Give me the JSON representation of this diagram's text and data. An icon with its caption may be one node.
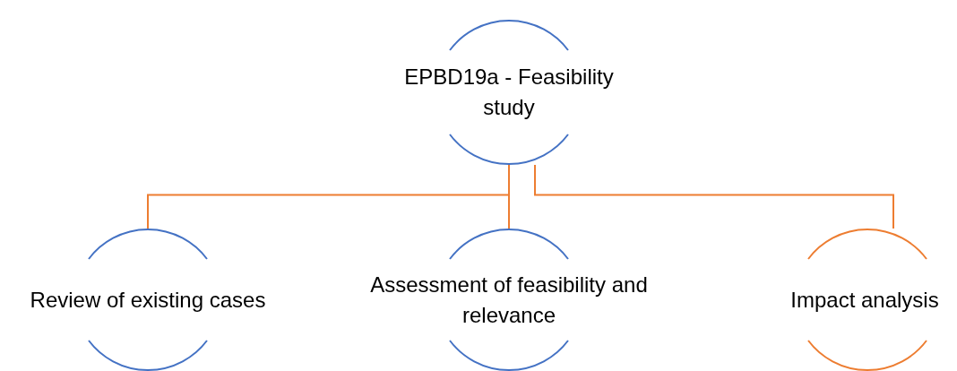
{
  "diagram": {
    "nodes": [
      {
        "text": [
          "EPBD19a - Feasibility study"
        ]
      },
      {
        "text": [
          "Review of existing cases"
        ]
      },
      {
        "text": [
          "Assessment of feasibility and relevance"
        ]
      },
      {
        "text": [
          "Impact analysis"
        ]
      }
    ],
    "edges": [
      {
        "from": 0,
        "to": 1,
        "arrow": "none"
      },
      {
        "from": 0,
        "to": 2,
        "arrow": "none"
      },
      {
        "from": 0,
        "to": 3,
        "arrow": "none"
      }
    ]
  }
}
